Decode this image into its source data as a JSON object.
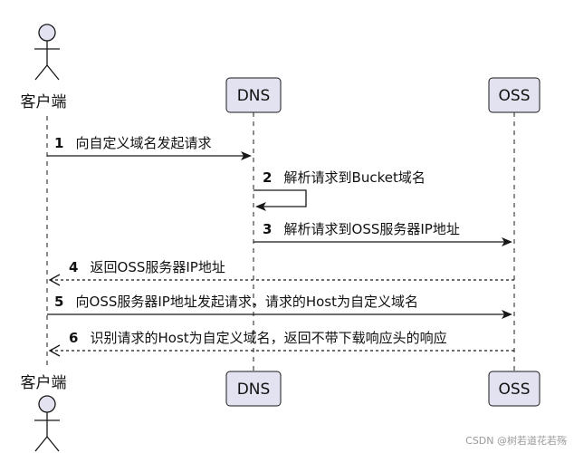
{
  "participants": {
    "client": "客户端",
    "dns": "DNS",
    "oss": "OSS"
  },
  "messages": [
    {
      "num": "1",
      "text": "向自定义域名发起请求",
      "from": "client",
      "to": "dns",
      "style": "solid"
    },
    {
      "num": "2",
      "text": "解析请求到Bucket域名",
      "from": "dns",
      "to": "dns",
      "style": "solid"
    },
    {
      "num": "3",
      "text": "解析请求到OSS服务器IP地址",
      "from": "dns",
      "to": "oss",
      "style": "solid"
    },
    {
      "num": "4",
      "text": "返回OSS服务器IP地址",
      "from": "oss",
      "to": "client",
      "style": "dashed"
    },
    {
      "num": "5",
      "text": "向OSS服务器IP地址发起请求，请求的Host为自定义域名",
      "from": "client",
      "to": "oss",
      "style": "solid"
    },
    {
      "num": "6",
      "text": "识别请求的Host为自定义域名，返回不带下载响应头的响应",
      "from": "oss",
      "to": "client",
      "style": "dashed"
    }
  ],
  "watermark": "CSDN @树若道花若殇"
}
